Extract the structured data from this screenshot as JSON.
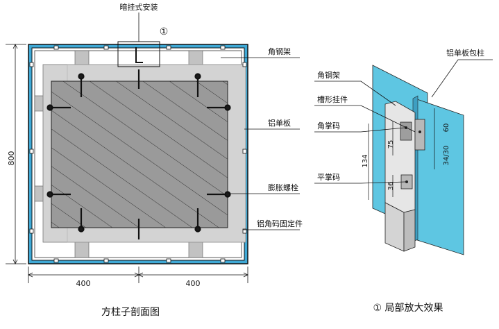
{
  "left_drawing": {
    "top_label": "暗挂式安装",
    "detail_marker": "①",
    "callouts": [
      "角钢架",
      "铝单板",
      "膨胀螺栓",
      "铝角码固定件"
    ],
    "dim_height": "800",
    "dim_left": "400",
    "dim_right": "400",
    "caption": "方柱子剖面图"
  },
  "right_drawing": {
    "callouts": [
      "角钢架",
      "槽形挂件",
      "角掌码",
      "平掌码",
      "铝单板包柱"
    ],
    "dims": {
      "d134": "134",
      "d75": "75",
      "d36": "36",
      "d60": "60",
      "d3430": "34/30"
    },
    "caption": "① 局部放大效果"
  },
  "colors": {
    "blue_frame": "#3fa9d6",
    "blue_panel": "#5ec6e2",
    "panel_gray": "#cfcfcf",
    "hatch_gray": "#9a9a9a"
  }
}
